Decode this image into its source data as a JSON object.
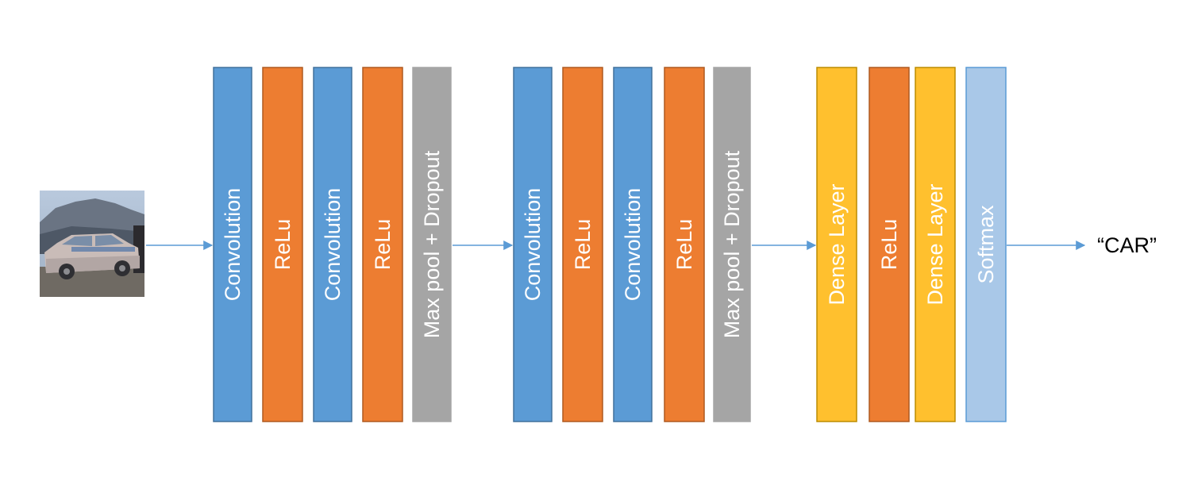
{
  "colors": {
    "convolution": "#5b9bd5",
    "convolution_border": "#41719c",
    "relu": "#ed7d31",
    "relu_border": "#ae5a21",
    "pool": "#a5a5a5",
    "dense": "#ffc02e",
    "dense_border": "#bc8c00",
    "softmax": "#a9c8e8",
    "softmax_border": "#5b9bd5",
    "arrow": "#5b9bd5",
    "text_on_layer": "#ffffff",
    "output_text": "#000000"
  },
  "input": {
    "icon": "car-photo-icon"
  },
  "blocks": [
    {
      "layers": [
        {
          "type": "convolution",
          "label": "Convolution"
        },
        {
          "type": "relu",
          "label": "ReLu"
        },
        {
          "type": "convolution",
          "label": "Convolution"
        },
        {
          "type": "relu",
          "label": "ReLu"
        },
        {
          "type": "pool",
          "label": "Max pool + Dropout"
        }
      ]
    },
    {
      "layers": [
        {
          "type": "convolution",
          "label": "Convolution"
        },
        {
          "type": "relu",
          "label": "ReLu"
        },
        {
          "type": "convolution",
          "label": "Convolution"
        },
        {
          "type": "relu",
          "label": "ReLu"
        },
        {
          "type": "pool",
          "label": "Max pool + Dropout"
        }
      ]
    },
    {
      "layers": [
        {
          "type": "dense",
          "label": "Dense Layer"
        },
        {
          "type": "relu",
          "label": "ReLu"
        },
        {
          "type": "dense",
          "label": "Dense Layer"
        },
        {
          "type": "softmax",
          "label": "Softmax"
        }
      ]
    }
  ],
  "output": {
    "label": "“CAR”"
  }
}
